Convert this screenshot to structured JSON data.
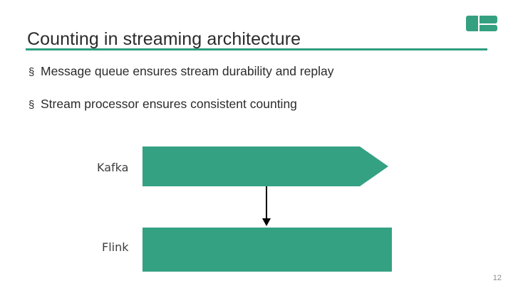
{
  "slide": {
    "title": "Counting in streaming architecture",
    "bullets": [
      {
        "marker": "§",
        "text": "Message queue ensures stream durability and replay"
      },
      {
        "marker": "§",
        "text": "Stream processor ensures consistent counting"
      }
    ],
    "diagram": {
      "kafka_label": "Kafka",
      "flink_label": "Flink",
      "shape_color": "#34a183"
    },
    "page_number": "12",
    "accent_color": "#2f9e7e"
  }
}
